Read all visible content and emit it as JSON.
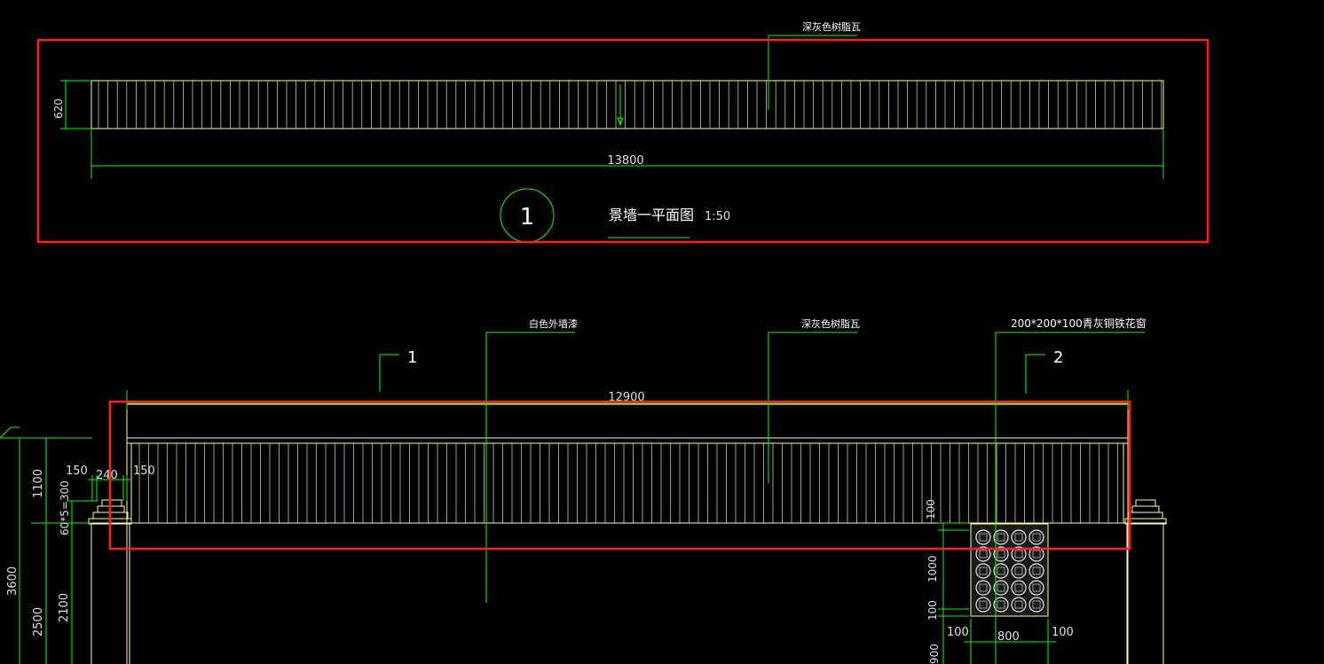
{
  "colors": {
    "background": "#000000",
    "yellow": "#ffff99",
    "green": "#00ff00",
    "white": "#ffffff",
    "selection_red": "#ff2020",
    "dim_text": "#e0e0e0"
  },
  "plan": {
    "material_label": "深灰色树脂瓦",
    "dim_depth": "620",
    "dim_length": "13800",
    "detail_number": "1",
    "title": "景墙一平面图",
    "scale": "1:50"
  },
  "elevation": {
    "label_paint": "白色外墙漆",
    "label_tile": "深灰色树脂瓦",
    "label_window": "200*200*100青灰铜铁花窗",
    "section_mark_1": "1",
    "section_mark_2": "2",
    "dim_width": "12900",
    "dim_left_150a": "150",
    "dim_left_240": "240",
    "dim_left_150b": "150",
    "dim_v_1100": "1100",
    "dim_v_60x5": "60*5=300",
    "dim_v_3600": "3600",
    "dim_v_2500": "2500",
    "dim_v_2100": "2100",
    "dim_w_100a": "100",
    "dim_w_1000": "1000",
    "dim_w_100b": "100",
    "dim_w_900": "900",
    "dim_b_100a": "100",
    "dim_b_800": "800",
    "dim_b_100b": "100"
  }
}
